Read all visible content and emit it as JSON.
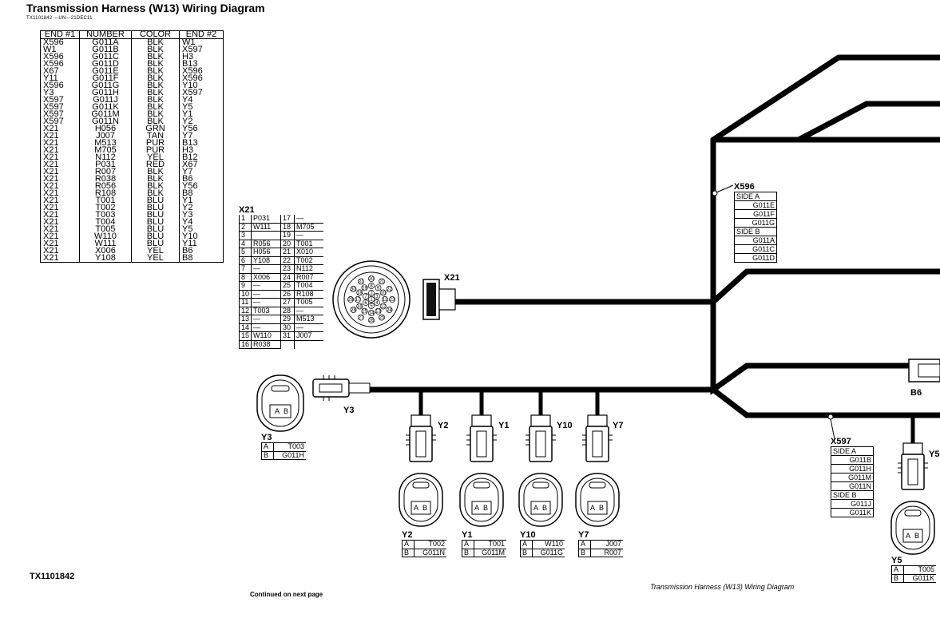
{
  "title": "Transmission Harness (W13) Wiring Diagram",
  "subcode": "TX1101842 —UN—21DEC11",
  "footer_code": "TX1101842",
  "continued": "Continued on next page",
  "footer_caption": "Transmission Harness (W13) Wiring Diagram",
  "wire_table": {
    "headers": [
      "END #1",
      "NUMBER",
      "COLOR",
      "END #2"
    ],
    "rows": [
      [
        "X596",
        "G011A",
        "BLK",
        "W1"
      ],
      [
        "W1",
        "G011B",
        "BLK",
        "X597"
      ],
      [
        "X596",
        "G011C",
        "BLK",
        "H3"
      ],
      [
        "X596",
        "G011D",
        "BLK",
        "B13"
      ],
      [
        "X67",
        "G011E",
        "BLK",
        "X596"
      ],
      [
        "Y11",
        "G011F",
        "BLK",
        "X596"
      ],
      [
        "X596",
        "G011G",
        "BLK",
        "Y10"
      ],
      [
        "Y3",
        "G011H",
        "BLK",
        "X597"
      ],
      [
        "X597",
        "G011J",
        "BLK",
        "Y4"
      ],
      [
        "X597",
        "G011K",
        "BLK",
        "Y5"
      ],
      [
        "X597",
        "G011M",
        "BLK",
        "Y1"
      ],
      [
        "X597",
        "G011N",
        "BLK",
        "Y2"
      ],
      [
        "X21",
        "H056",
        "GRN",
        "Y56"
      ],
      [
        "X21",
        "J007",
        "TAN",
        "Y7"
      ],
      [
        "X21",
        "M513",
        "PUR",
        "B13"
      ],
      [
        "X21",
        "M705",
        "PUR",
        "H3"
      ],
      [
        "X21",
        "N112",
        "YEL",
        "B12"
      ],
      [
        "X21",
        "P031",
        "RED",
        "X67"
      ],
      [
        "X21",
        "R007",
        "BLK",
        "Y7"
      ],
      [
        "X21",
        "R038",
        "BLK",
        "B6"
      ],
      [
        "X21",
        "R056",
        "BLK",
        "Y56"
      ],
      [
        "X21",
        "R108",
        "BLK",
        "B8"
      ],
      [
        "X21",
        "T001",
        "BLU",
        "Y1"
      ],
      [
        "X21",
        "T002",
        "BLU",
        "Y2"
      ],
      [
        "X21",
        "T003",
        "BLU",
        "Y3"
      ],
      [
        "X21",
        "T004",
        "BLU",
        "Y4"
      ],
      [
        "X21",
        "T005",
        "BLU",
        "Y5"
      ],
      [
        "X21",
        "W110",
        "BLU",
        "Y10"
      ],
      [
        "X21",
        "W111",
        "BLU",
        "Y11"
      ],
      [
        "X21",
        "X006",
        "YEL",
        "B6"
      ],
      [
        "X21",
        "Y108",
        "YEL",
        "B8"
      ]
    ]
  },
  "x21_table": {
    "name": "X21",
    "left": [
      [
        "1",
        "P031"
      ],
      [
        "2",
        "W111"
      ],
      [
        "3",
        ""
      ],
      [
        "4",
        "R056"
      ],
      [
        "5",
        "H056"
      ],
      [
        "6",
        "Y108"
      ],
      [
        "7",
        "—"
      ],
      [
        "8",
        "X006"
      ],
      [
        "9",
        "—"
      ],
      [
        "10",
        "—"
      ],
      [
        "11",
        "—"
      ],
      [
        "12",
        "T003"
      ],
      [
        "13",
        "—"
      ],
      [
        "14",
        "—"
      ],
      [
        "15",
        "W110"
      ],
      [
        "16",
        "R038"
      ]
    ],
    "right": [
      [
        "17",
        "—"
      ],
      [
        "18",
        "M705"
      ],
      [
        "19",
        "—"
      ],
      [
        "20",
        "T001"
      ],
      [
        "21",
        "X010"
      ],
      [
        "22",
        "T002"
      ],
      [
        "23",
        "N112"
      ],
      [
        "24",
        "R007"
      ],
      [
        "25",
        "T004"
      ],
      [
        "26",
        "R108"
      ],
      [
        "27",
        "T005"
      ],
      [
        "28",
        "—"
      ],
      [
        "29",
        "M513"
      ],
      [
        "30",
        "—"
      ],
      [
        "31",
        "J007"
      ]
    ]
  },
  "x596": {
    "name": "X596",
    "side_a": "SIDE A",
    "a_wires": [
      "G011E",
      "G011F",
      "G011G"
    ],
    "side_b": "SIDE B",
    "b_wires": [
      "G011A",
      "G011C",
      "G011D"
    ]
  },
  "x597": {
    "name": "X597",
    "side_a": "SIDE A",
    "a_wires": [
      "G011B",
      "G011H",
      "G011M",
      "G011N"
    ],
    "side_b": "SIDE B",
    "b_wires": [
      "G011J",
      "G011K"
    ]
  },
  "connectors": {
    "x21": "X21",
    "b6": "B6",
    "y3_cable": "Y3",
    "y2_lead": "Y2",
    "y1_lead": "Y1",
    "y10_lead": "Y10",
    "y7_lead": "Y7",
    "y5_lead": "Y5",
    "pin_a": "A",
    "pin_b": "B"
  },
  "pin_tables": {
    "y3": {
      "name": "Y3",
      "a": "T003",
      "b": "G011H"
    },
    "y2": {
      "name": "Y2",
      "a": "T002",
      "b": "G011N"
    },
    "y1": {
      "name": "Y1",
      "a": "T001",
      "b": "G011M"
    },
    "y10": {
      "name": "Y10",
      "a": "W110",
      "b": "G011G"
    },
    "y7": {
      "name": "Y7",
      "a": "J007",
      "b": "R007"
    },
    "y5": {
      "name": "Y5",
      "a": "T005",
      "b": "G011K"
    }
  },
  "x21_face_pins": [
    "1",
    "2",
    "3",
    "4",
    "5",
    "6",
    "7",
    "8",
    "9",
    "10",
    "11",
    "12",
    "13",
    "14",
    "15",
    "16",
    "17",
    "18",
    "19",
    "20",
    "21",
    "22",
    "23",
    "24",
    "25",
    "26",
    "27",
    "28",
    "29",
    "30",
    "31"
  ]
}
